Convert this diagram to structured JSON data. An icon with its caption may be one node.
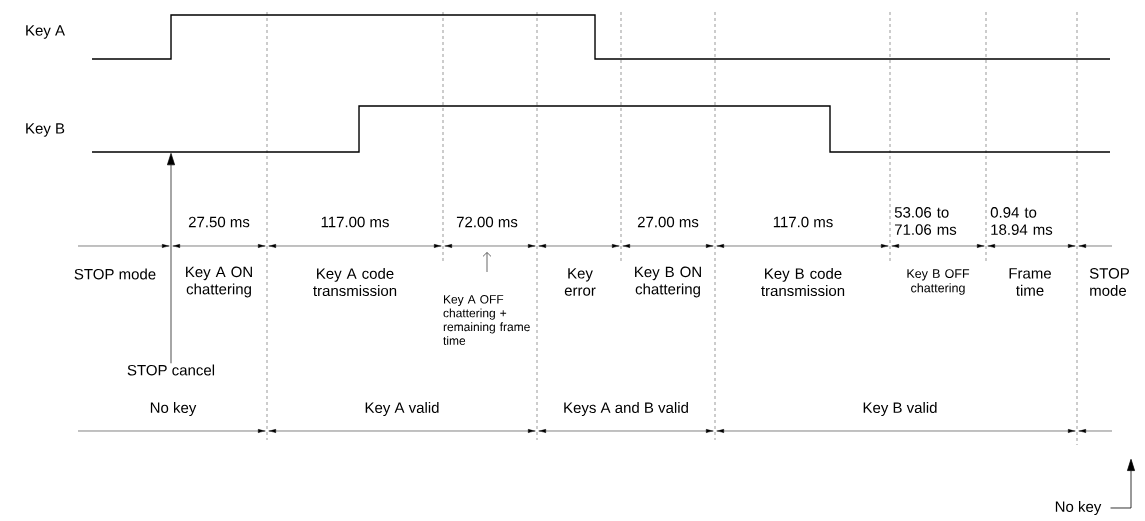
{
  "diagram": {
    "nodes": [
      {
        "text": [
          "Key A"
        ]
      },
      {
        "text": [
          "Key B"
        ]
      },
      {
        "text": [
          "STOP cancel"
        ]
      },
      {
        "text": [
          "No key"
        ]
      }
    ],
    "edges": [
      {
        "from": 2,
        "to": 1,
        "arrow": "to"
      },
      {
        "from": 3,
        "to": null,
        "arrow": "to"
      }
    ],
    "labels": [
      "27.50 ms",
      "117.00 ms",
      "72.00 ms",
      "27.00 ms",
      "117.0 ms",
      "53.06 to 71.06 ms",
      "0.94 to 18.94 ms",
      "STOP mode",
      "Key A ON chattering",
      "Key A code transmission",
      "Key A OFF chattering + remaining frame time",
      "Key error",
      "Key B ON chattering",
      "Key B code transmission",
      "Key B OFF chattering",
      "Frame time",
      "STOP mode",
      "No key",
      "Key A valid",
      "Keys A and B valid",
      "Key B valid"
    ]
  }
}
